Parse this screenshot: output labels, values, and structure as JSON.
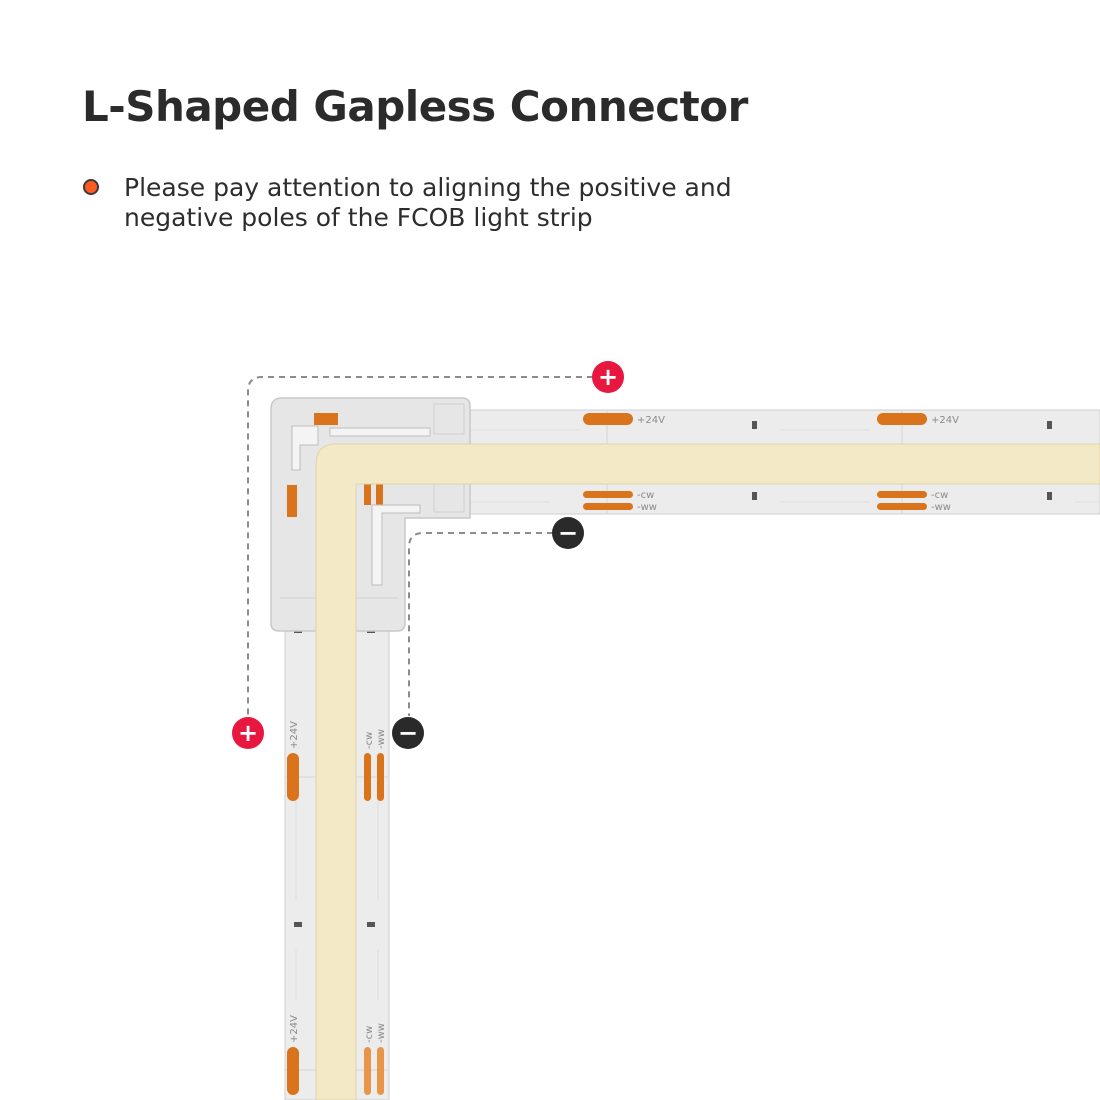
{
  "header": {
    "title": "L-Shaped Gapless Connector"
  },
  "note": {
    "text": "Please pay attention to aligning the positive and negative poles of the FCOB light strip"
  },
  "poles": {
    "positive_symbol": "+",
    "negative_symbol": "−"
  },
  "strip_labels": {
    "positive": "+24V",
    "cool_white": "-cw",
    "warm_white": "-ww"
  },
  "colors": {
    "accent_bullet": "#ff5a1f",
    "positive_marker": "#e8173f",
    "negative_marker": "#2a2a2a",
    "copper_pad": "#d9731c",
    "cob_light_line": "#f3e9c6",
    "strip_pcb": "#ebebeb",
    "connector_housing": "#e4e4e4"
  }
}
